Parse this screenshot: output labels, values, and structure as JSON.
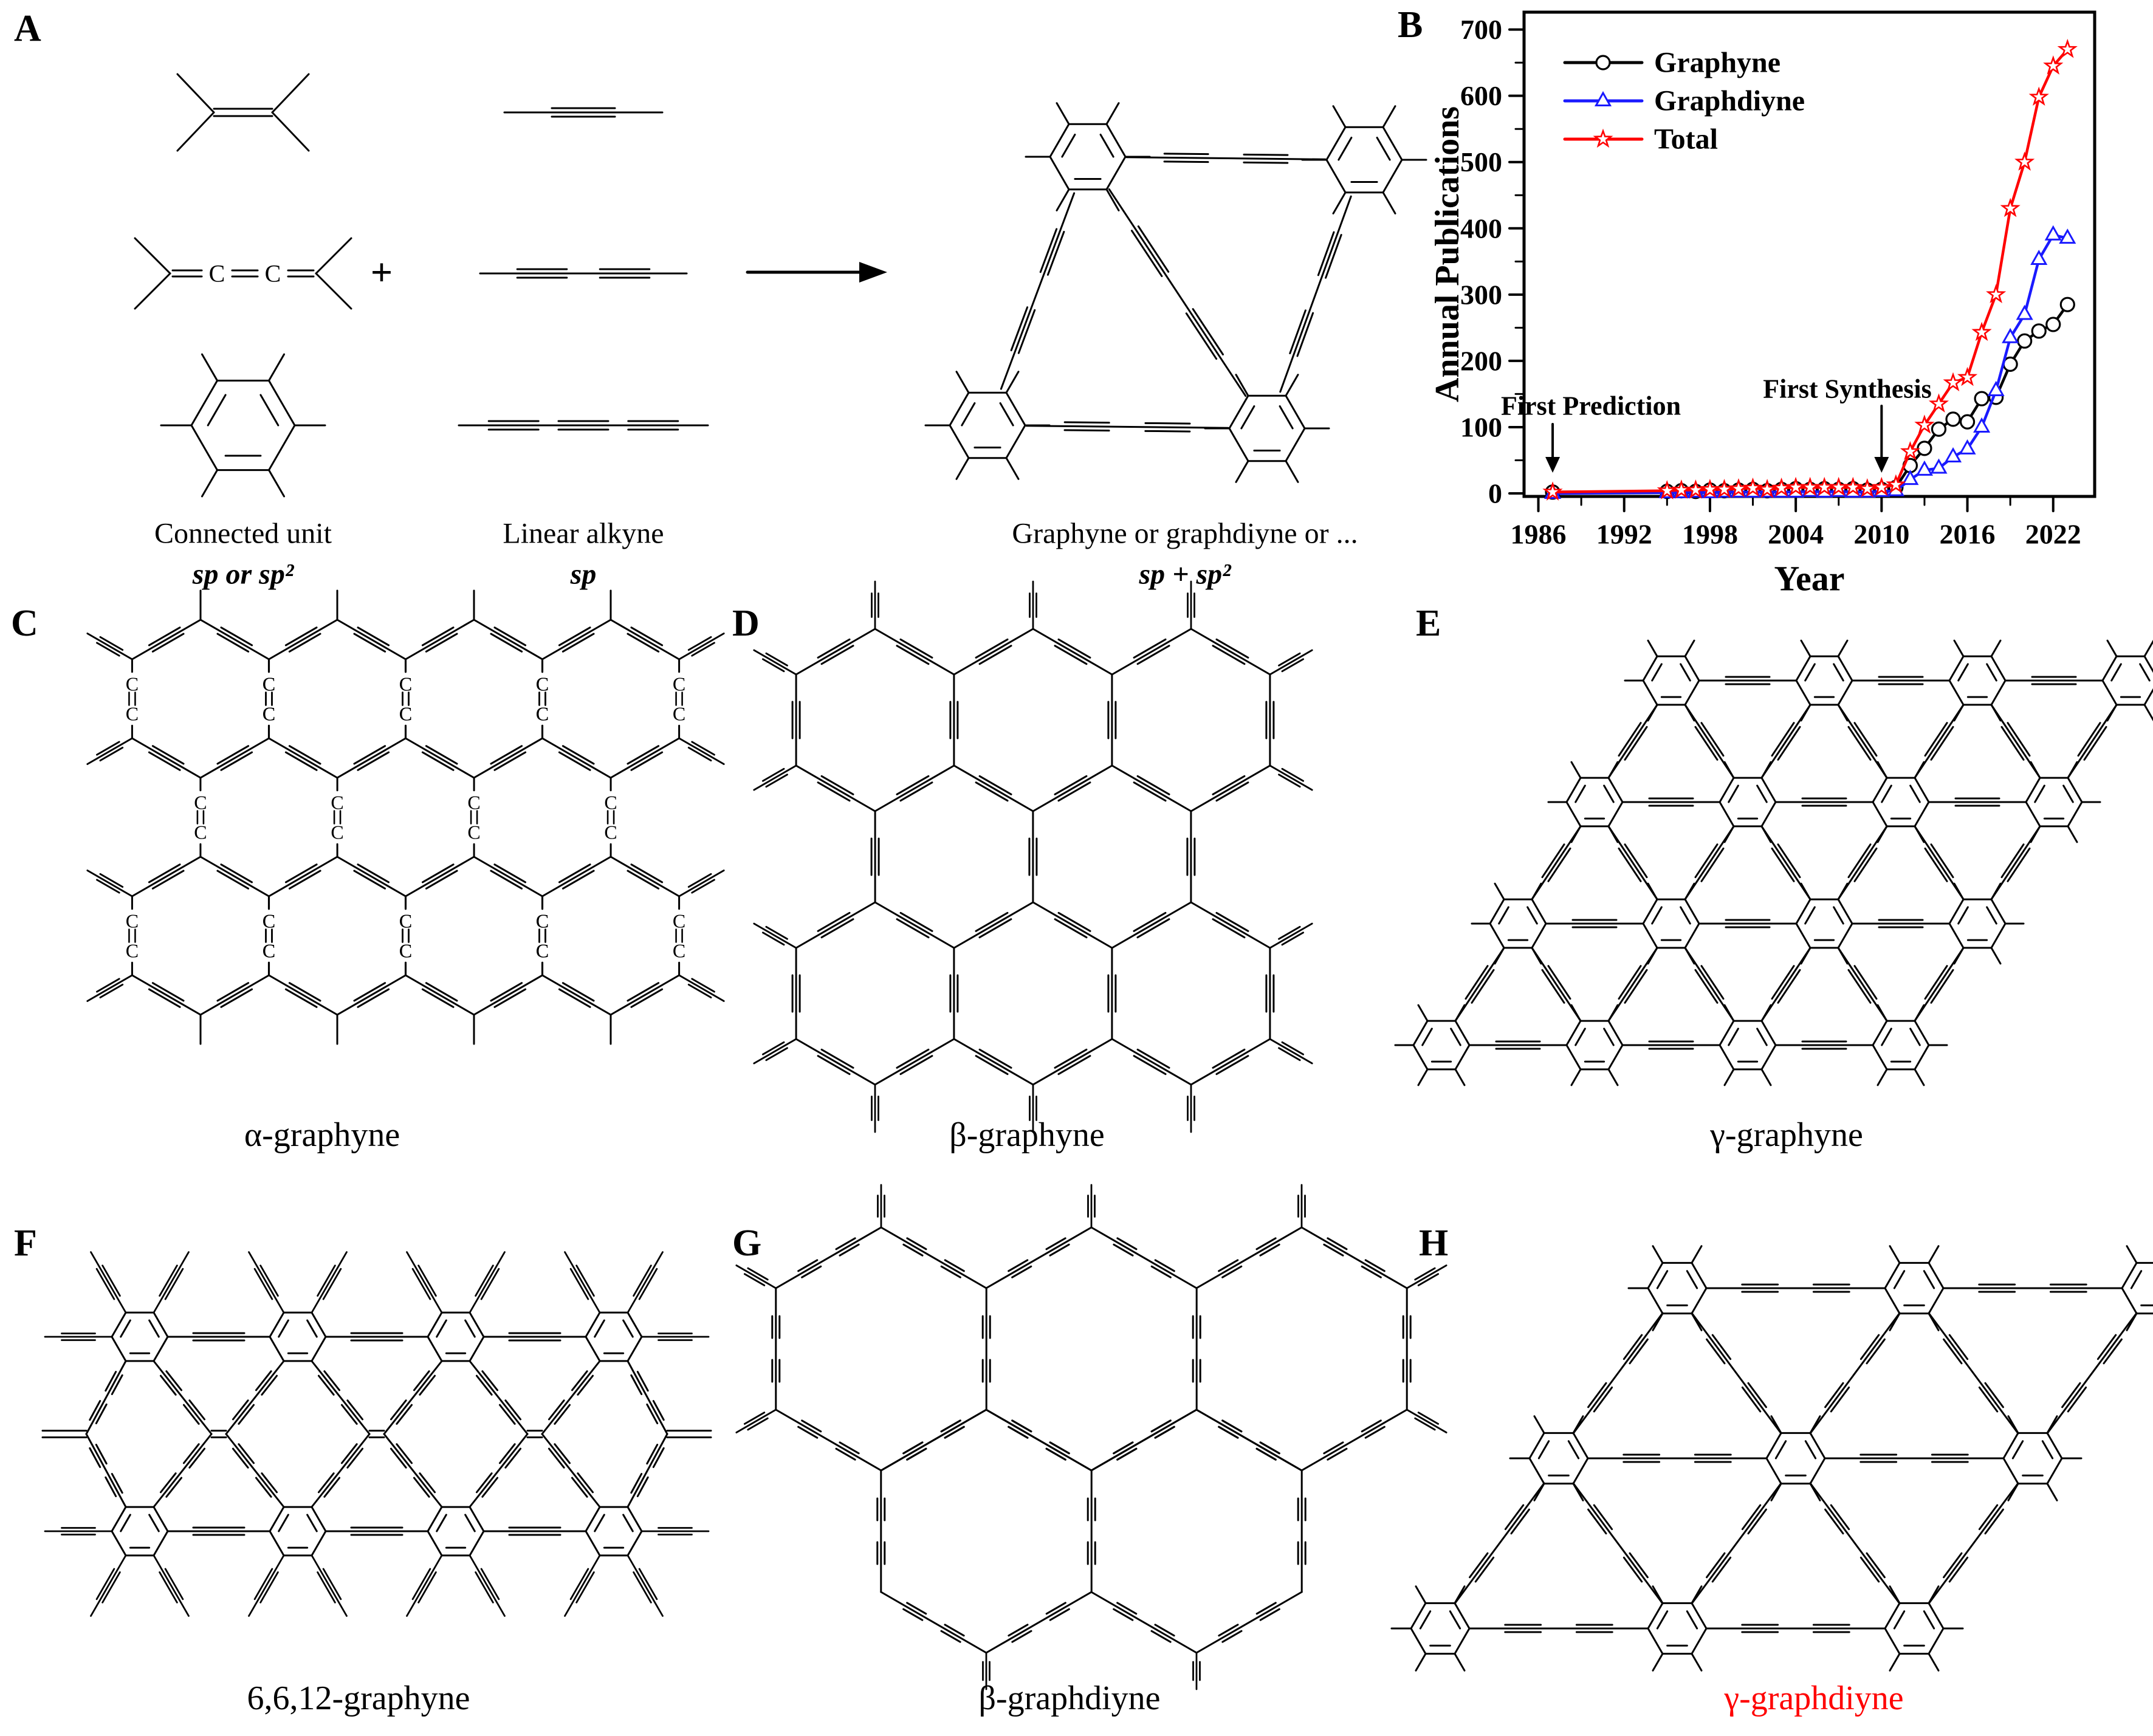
{
  "panels": {
    "a": {
      "letter": "A",
      "atom_label": "C",
      "plus": "+",
      "captions": {
        "unit": "Connected unit",
        "unit_sub": "sp or sp²",
        "alkyne": "Linear alkyne",
        "alkyne_sub": "sp",
        "product": "Graphyne or graphdiyne or ...",
        "product_sub": "sp + sp²"
      }
    },
    "b": {
      "letter": "B"
    },
    "c": {
      "letter": "C",
      "caption": "α-graphyne",
      "atom_label": "C",
      "caption_color": "#000000"
    },
    "d": {
      "letter": "D",
      "caption": "β-graphyne",
      "caption_color": "#000000"
    },
    "e": {
      "letter": "E",
      "caption": "γ-graphyne",
      "caption_color": "#000000"
    },
    "f": {
      "letter": "F",
      "caption": "6,6,12-graphyne",
      "caption_color": "#000000"
    },
    "g": {
      "letter": "G",
      "caption": "β-graphdiyne",
      "caption_color": "#000000"
    },
    "h": {
      "letter": "H",
      "caption": "γ-graphdiyne",
      "caption_color": "#ff0000"
    }
  },
  "chart_data": {
    "type": "line",
    "title": "",
    "xlabel": "Year",
    "ylabel": "Annual Publications",
    "xlim": [
      1985,
      2024.9
    ],
    "ylim": [
      0,
      700
    ],
    "x_major_ticks": [
      1986,
      1992,
      1998,
      2004,
      2010,
      2016,
      2022
    ],
    "x_minor_ticks": [
      1989,
      1995,
      2001,
      2007,
      2013,
      2019
    ],
    "y_major_ticks": [
      0,
      100,
      200,
      300,
      400,
      500,
      600,
      700
    ],
    "y_minor_ticks": [
      50,
      150,
      250,
      350,
      450,
      550,
      650
    ],
    "grid": false,
    "legend_position": "top-left-inside",
    "x": [
      1987,
      1995,
      1996,
      1997,
      1998,
      1999,
      2000,
      2001,
      2002,
      2003,
      2004,
      2005,
      2006,
      2007,
      2008,
      2009,
      2010,
      2011,
      2012,
      2013,
      2014,
      2015,
      2016,
      2017,
      2018,
      2019,
      2020,
      2021,
      2022,
      2023
    ],
    "series": [
      {
        "name": "Graphyne",
        "color": "#000000",
        "marker": "circle",
        "values": [
          2,
          3,
          4,
          3,
          5,
          4,
          5,
          6,
          4,
          6,
          7,
          6,
          7,
          6,
          7,
          5,
          6,
          9,
          42,
          68,
          97,
          112,
          108,
          143,
          145,
          195,
          230,
          245,
          255,
          285
        ]
      },
      {
        "name": "Graphdiyne",
        "color": "#1a1aff",
        "marker": "triangle",
        "values": [
          0,
          1,
          1,
          2,
          1,
          2,
          2,
          2,
          2,
          2,
          2,
          3,
          2,
          3,
          2,
          2,
          3,
          4,
          21,
          35,
          38,
          55,
          67,
          100,
          155,
          235,
          270,
          353,
          390,
          385
        ]
      },
      {
        "name": "Total",
        "color": "#ff0000",
        "marker": "star",
        "values": [
          2,
          4,
          5,
          5,
          6,
          6,
          7,
          8,
          6,
          8,
          9,
          9,
          9,
          9,
          9,
          7,
          9,
          13,
          63,
          103,
          135,
          167,
          175,
          243,
          300,
          430,
          500,
          598,
          645,
          670
        ]
      }
    ],
    "annotations": [
      {
        "text": "First Prediction",
        "arrow_year": 1987
      },
      {
        "text": "First Synthesis",
        "arrow_year": 2010
      }
    ]
  }
}
